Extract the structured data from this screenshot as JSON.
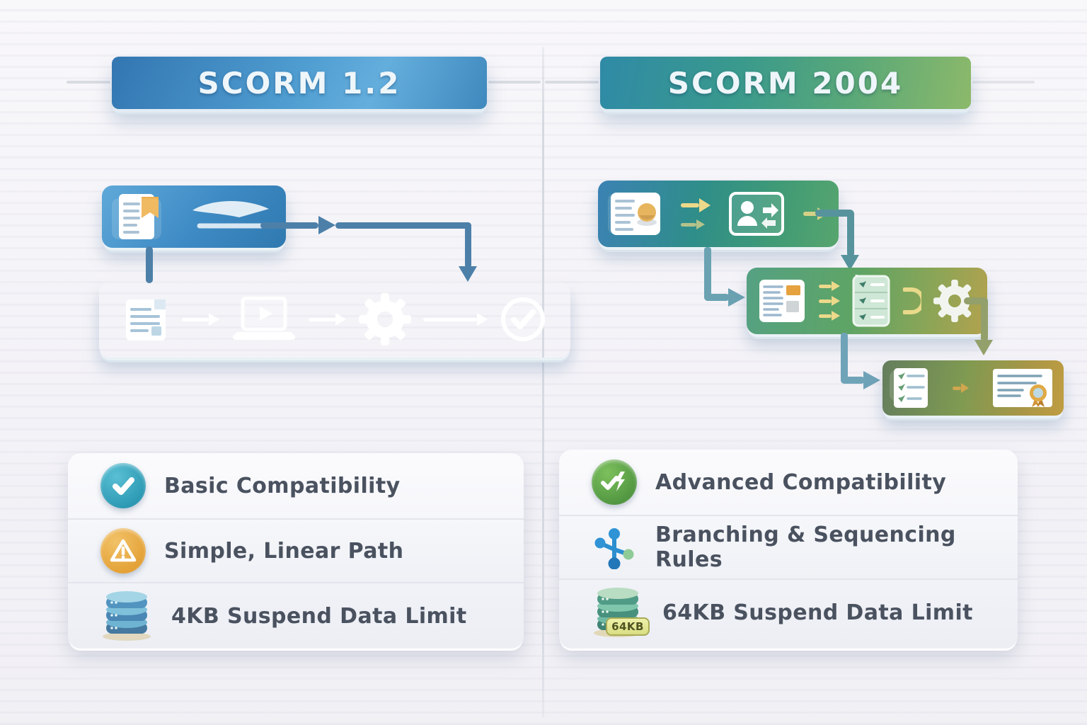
{
  "left_column": {
    "header_label": "SCORM 1.2",
    "flow": {
      "box1_icons": [
        "document-bookmark-icon",
        "swoosh-arrow-icon"
      ],
      "box2_icons": [
        "document-icon",
        "arrow-right-icon",
        "laptop-play-icon",
        "arrow-right-icon",
        "gear-icon",
        "arrow-right-icon",
        "check-circle-icon"
      ],
      "style": "single linear path"
    },
    "features": [
      {
        "icon": "check-circle-icon",
        "label": "Basic Compatibility"
      },
      {
        "icon": "warning-icon",
        "label": "Simple, Linear Path"
      },
      {
        "icon": "database-icon",
        "label": "4KB Suspend Data Limit"
      }
    ]
  },
  "right_column": {
    "header_label": "SCORM 2004",
    "flow": {
      "box1_icons": [
        "document-coin-icon",
        "arrow-right-icon",
        "learner-profile-icon",
        "arrow-right-icon"
      ],
      "box2_icons": [
        "document-icon",
        "triple-arrow-icon",
        "checklist-panel-icon",
        "loop-connector-icon",
        "gear-icon"
      ],
      "box3_icons": [
        "checklist-page-icon",
        "arrow-right-icon",
        "certificate-icon"
      ],
      "style": "branching cascade"
    },
    "features": [
      {
        "icon": "advanced-check-icon",
        "label": "Advanced Compatibility"
      },
      {
        "icon": "branching-icon",
        "label": "Branching & Sequencing Rules"
      },
      {
        "icon": "database-64kb-icon",
        "label": "64KB Suspend Data Limit",
        "badge": "64KB"
      }
    ]
  },
  "colors": {
    "left_header_blue": "#4390c8",
    "right_header_teal_green": "#3a9a8c",
    "flow_blue": "#3f8cc4",
    "flow_green": "#5ea465",
    "flow_gold": "#c09d41",
    "connector_blue": "#4d80a9",
    "connector_teal": "#5f98a6",
    "connector_olive": "#93a06b",
    "check_teal": "#2fa3bd",
    "warning_amber": "#e8a83e",
    "success_green": "#58a24a",
    "panel_bg": "#f2f3f8",
    "text": "#4a5260"
  }
}
